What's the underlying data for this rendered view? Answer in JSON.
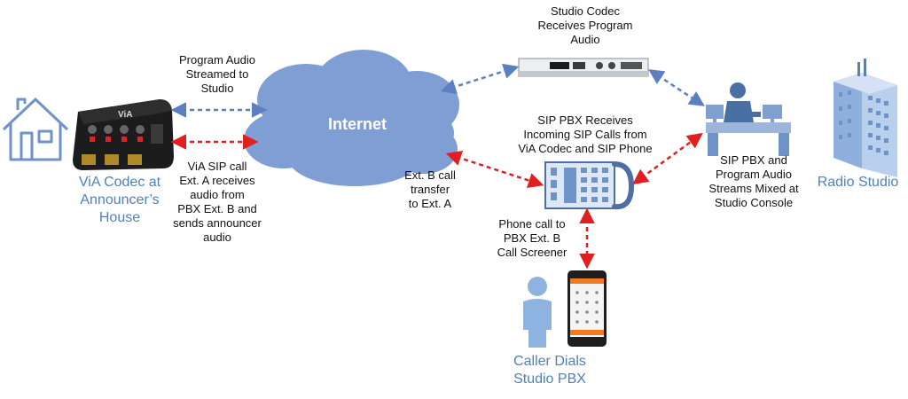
{
  "colors": {
    "blue_link": "#5b7fc0",
    "red_link": "#e02020",
    "cloud": "#7f9fd4",
    "icon_blue": "#6d93c9",
    "label_blue": "#4f81bd"
  },
  "cloud": {
    "label": "Internet"
  },
  "labels": {
    "program_audio_streamed": "Program Audio\nStreamed to\nStudio",
    "via_sip_call": "ViA SIP call\nExt. A receives\naudio from\nPBX Ext. B and\nsends announcer\naudio",
    "studio_codec_receives": "Studio Codec\nReceives Program\nAudio",
    "sip_pbx_receives": "SIP PBX Receives\nIncoming SIP Calls from\nViA Codec and SIP Phone",
    "ext_b_transfer": "Ext. B call\ntransfer\nto Ext. A",
    "phone_call": "Phone call to\nPBX Ext. B\nCall Screener",
    "sip_pbx_mixed": "SIP PBX and\nProgram Audio\nStreams Mixed at\nStudio Console"
  },
  "locations": {
    "via_codec": "ViA Codec at\nAnnouncer’s\nHouse",
    "radio_studio": "Radio Studio",
    "caller": "Caller Dials\nStudio PBX"
  },
  "devices": {
    "via_brand": "ViA"
  },
  "icons": [
    "house-icon",
    "via-codec-device",
    "internet-cloud",
    "rack-codec-device",
    "sip-pbx-phone-icon",
    "studio-console-icon",
    "building-icon",
    "person-icon",
    "smartphone-icon"
  ]
}
